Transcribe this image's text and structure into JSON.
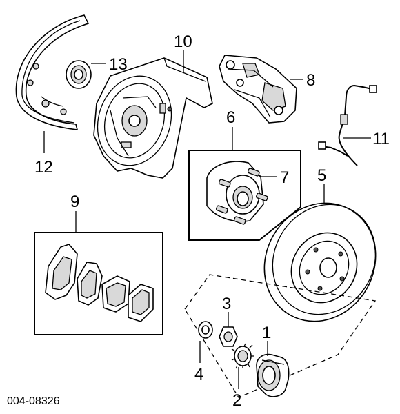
{
  "diagram_id": "004-08326",
  "callouts": {
    "c1": "1",
    "c2": "2",
    "c3": "3",
    "c4": "4",
    "c5": "5",
    "c6": "6",
    "c7": "7",
    "c8": "8",
    "c9": "9",
    "c10": "10",
    "c11": "11",
    "c12": "12",
    "c13": "13"
  }
}
